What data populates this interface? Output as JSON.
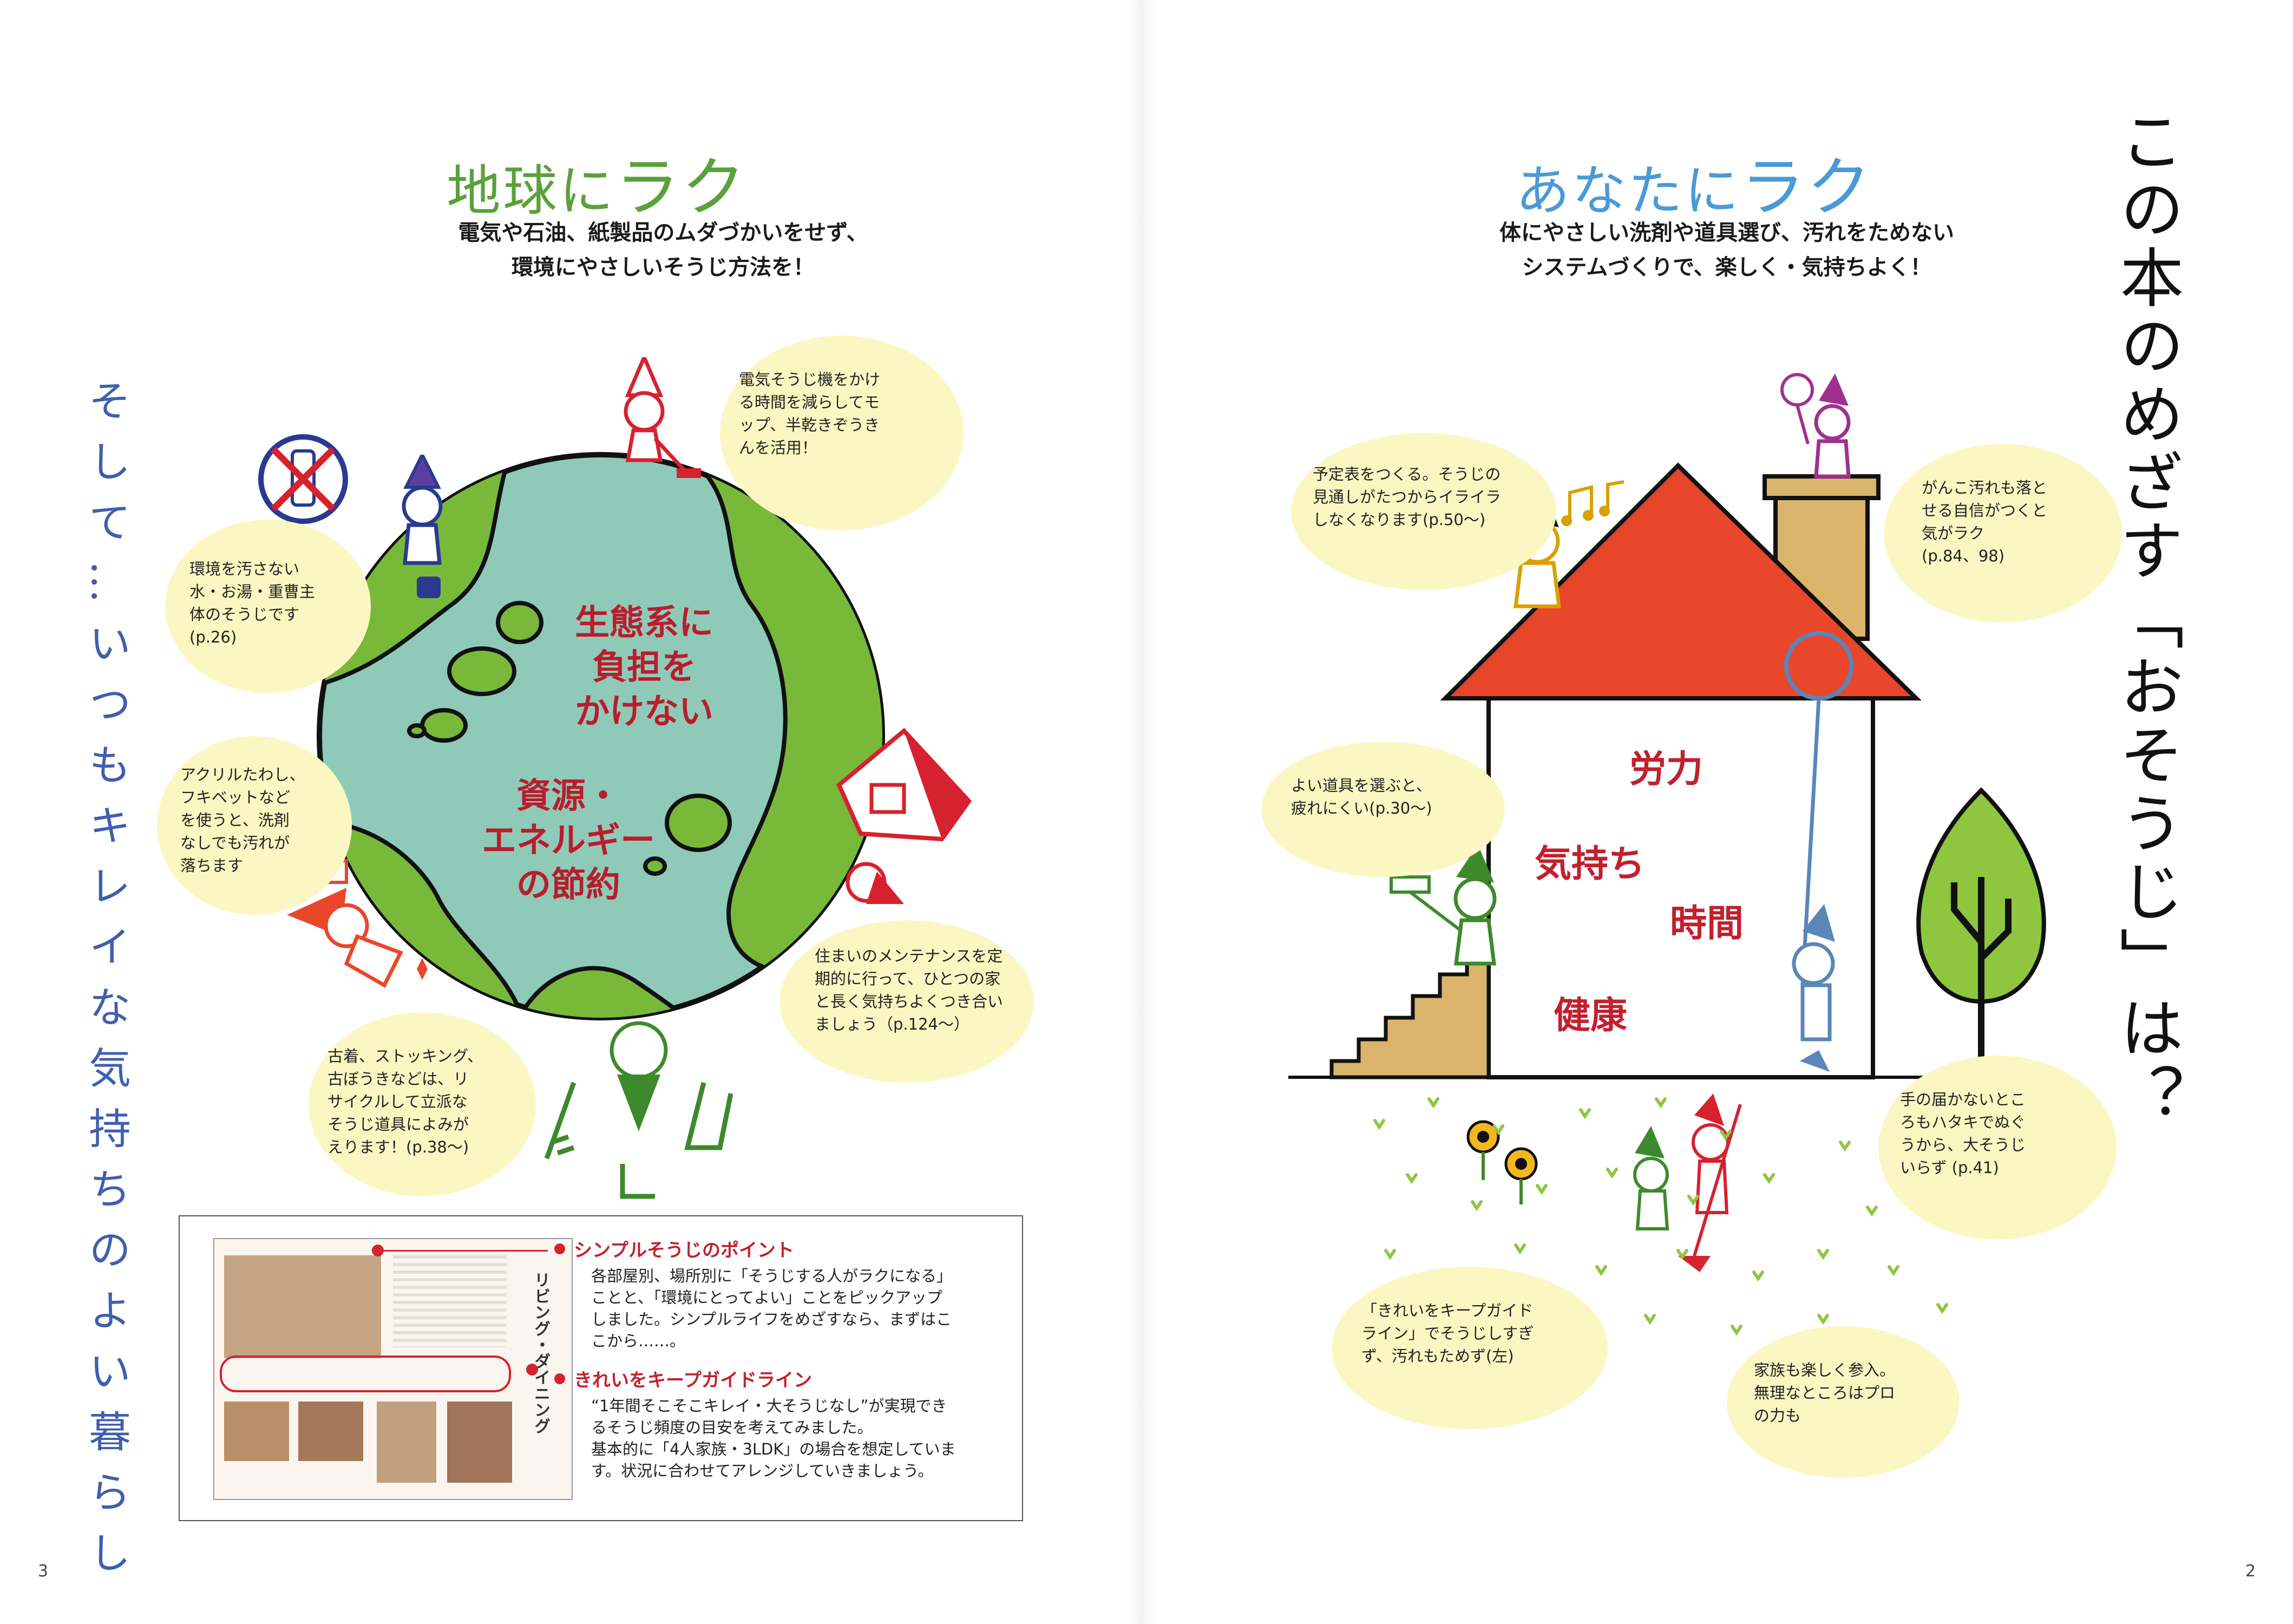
{
  "left_page": {
    "heading_a": "地球に",
    "heading_b": "ラク",
    "intro": "電気や石油、紙製品のムダづかいをせず、\n環境にやさしいそうじ方法を！",
    "vertical_text": "そして…いつもキレイな気持ちのよい暮らし",
    "globe_labels": {
      "label_1": "生態系に\n負担を\nかけない",
      "label_2": "資源・\nエネルギー\nの節約"
    },
    "bubbles": {
      "vacuum": "電気そうじ機をかけ\nる時間を減らしてモ\nップ、半乾きぞうき\nんを活用！",
      "water": "環境を汚さない\n水・お湯・重曹主\n体のそうじです\n(p.26)",
      "acrylic": "アクリルたわし、\nフキベットなど\nを使うと、洗剤\nなしでも汚れが\n落ちます",
      "maintenance": "住まいのメンテナンスを定\n期的に行って、ひとつの家\nと長く気持ちよくつき合い\nましょう（p.124～）",
      "recycle": "古着、ストッキング、\n古ぼうきなどは、リ\nサイクルして立派な\nそうじ道具によみが\nえります！(p.38～)"
    },
    "guide_box": {
      "point_title": "シンプルそうじのポイント",
      "point_body": "各部屋別、場所別に「そうじする人がラクになる」\nことと、「環境にとってよい」ことをピックアップ\nしました。シンプルライフをめざすなら、まずはこ\nこから……。",
      "keep_title": "きれいをキープガイドライン",
      "keep_body": "“1年間そこそこキレイ・大そうじなし”が実現でき\nるそうじ頻度の目安を考えてみました。\n基本的に「4人家族・3LDK」の場合を想定していま\nす。状況に合わせてアレンジしていきましょう。",
      "thumb_vertical_title": "リビング・ダイニング"
    },
    "page_number": "3"
  },
  "right_page": {
    "heading_a": "あなたに",
    "heading_b": "ラク",
    "intro": "体にやさしい洗剤や道具選び、汚れをためない\nシステムづくりで、楽しく・気持ちよく！",
    "vertical_title": "この本のめざす「おそうじ」は？",
    "house_words": {
      "labor": "労力",
      "feeling": "気持ち",
      "time": "時間",
      "health": "健康"
    },
    "bubbles": {
      "schedule": "予定表をつくる。そうじの\n見通しがたつからイライラ\nしなくなります(p.50～)",
      "stubborn": "がんこ汚れも落と\nせる自信がつくと\n気がラク\n(p.84、98)",
      "tools": "よい道具を選ぶと、\n疲れにくい(p.30～)",
      "duster": "手の届かないとこ\nろもハタキでぬぐ\nうから、大そうじ\nいらず (p.41)",
      "keep": "「きれいをキープガイド\nライン」でそうじしすぎ\nず、汚れもためず(左)",
      "family": "家族も楽しく参入。\n無理なところはプロ\nの力も"
    },
    "page_number": "2"
  },
  "colors": {
    "green_heading": "#5aa13a",
    "blue_heading": "#4a9ad6",
    "globe_sea": "#8fcab8",
    "globe_land": "#79b93a",
    "roof": "#e8472c",
    "bubble": "#fbf7c2",
    "accent_red": "#c0202e",
    "vertical_blue": "#3f5fae"
  }
}
